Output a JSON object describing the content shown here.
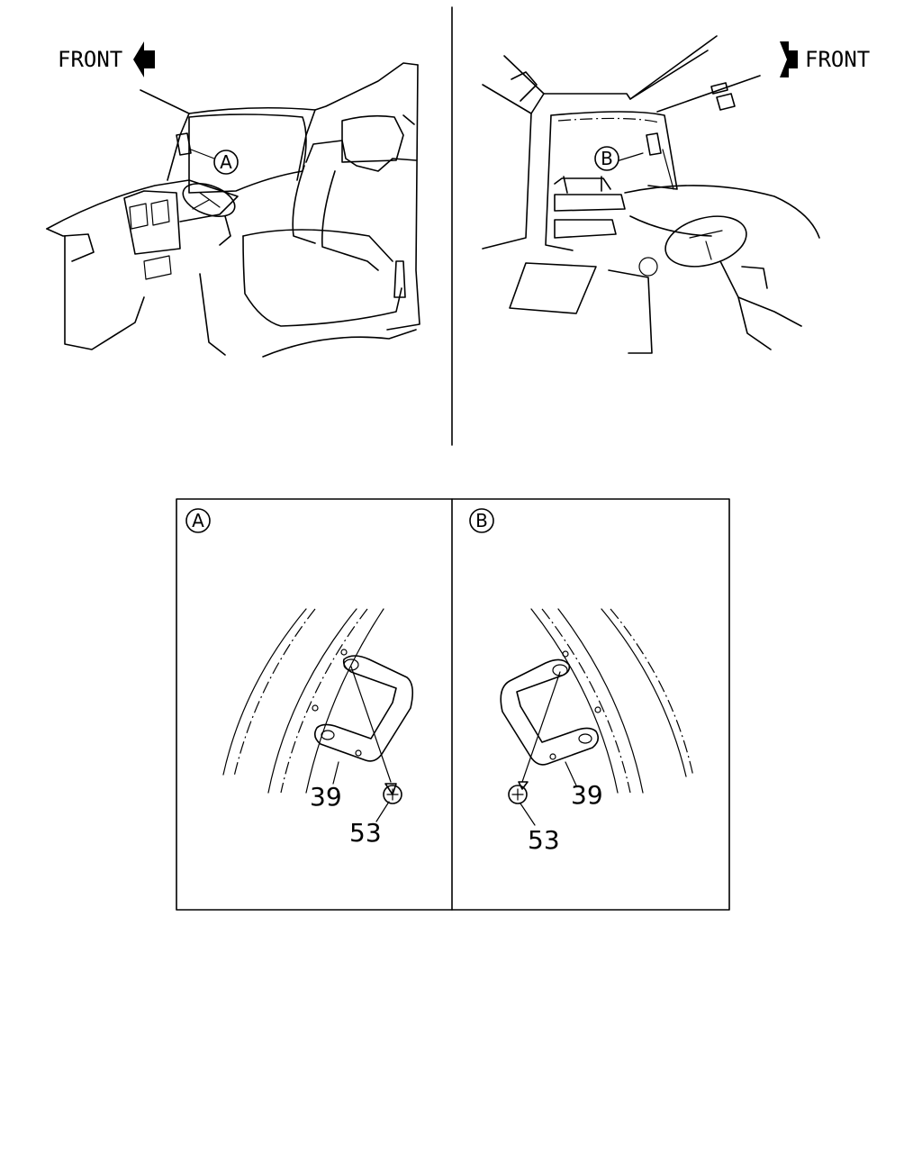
{
  "left_view": {
    "front_label": "FRONT",
    "callout": "A"
  },
  "right_view": {
    "front_label": "FRONT",
    "callout": "B"
  },
  "detail_a": {
    "title": "A",
    "part_grip": "39",
    "part_screw": "53"
  },
  "detail_b": {
    "title": "B",
    "part_grip": "39",
    "part_screw": "53"
  },
  "colors": {
    "line": "#000000",
    "background": "#ffffff"
  }
}
